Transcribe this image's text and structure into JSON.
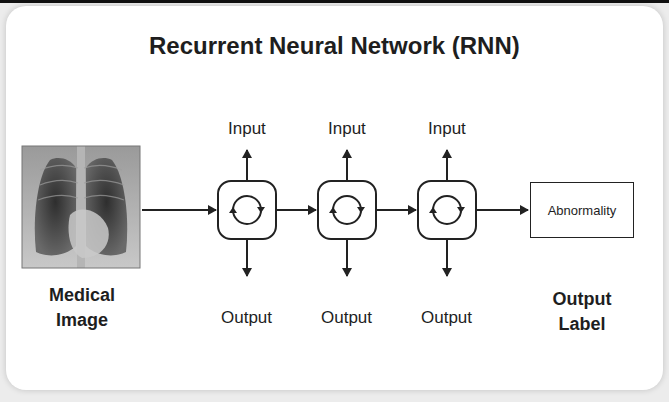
{
  "diagram": {
    "title": "Recurrent Neural Network (RNN)",
    "nodes": [
      {
        "text": [
          "Abnormality"
        ]
      }
    ],
    "labels": [
      "Input",
      "Input",
      "Input",
      "Medical Image",
      "Output",
      "Output",
      "Output",
      "Output Label"
    ]
  }
}
